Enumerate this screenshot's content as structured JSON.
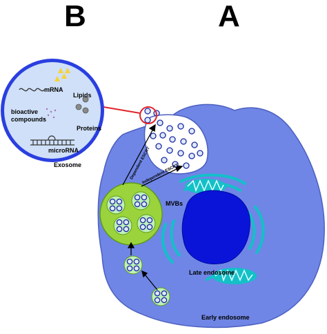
{
  "panels": {
    "left_letter": "B",
    "right_letter": "A"
  },
  "exosome": {
    "labels": {
      "mrna": "mRNA",
      "lipids": "Lipids",
      "bioactive": "bioactive\ncompounds",
      "proteins": "Proteins",
      "microrna": "microRNA",
      "exosome": "Exosome"
    }
  },
  "cell": {
    "labels": {
      "dependent_escrt": "Dependent ESCRT",
      "independent_escrt": "Independent ESCRT",
      "mvbs": "MVBs",
      "late_endosome": "Late endosome",
      "early_endosome": "Early endosome"
    }
  },
  "colors": {
    "cell_fill": "#6f86e6",
    "nucleus": "#0a14d8",
    "mvb_outer": "#9bd33c",
    "vesicle_fill": "#bff0b8",
    "er": "#13c0c8",
    "highlight_ring": "#e0242a",
    "exosome_fill": "#cfe0f8"
  }
}
